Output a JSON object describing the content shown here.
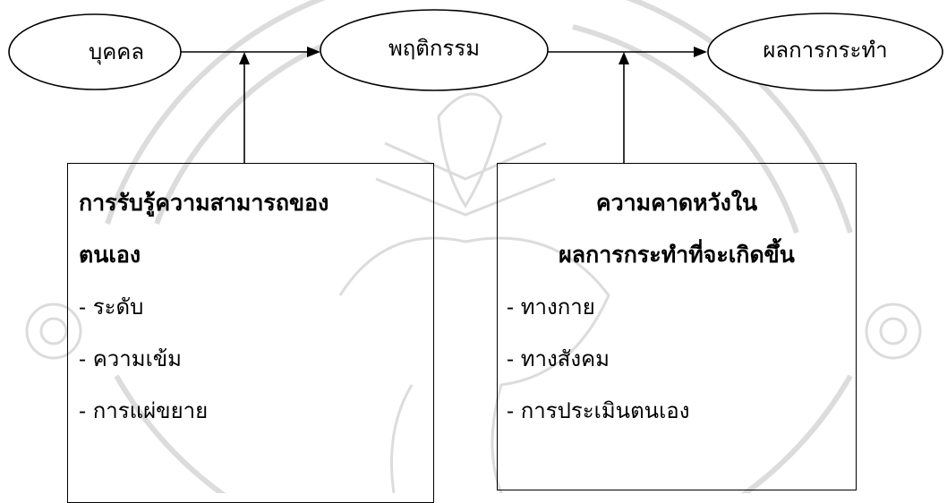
{
  "nodes": {
    "person": "บุคคล",
    "behavior": "พฤติกรรม",
    "outcome": "ผลการกระทำ"
  },
  "left_box": {
    "title_line1": "การรับรู้ความสามารถของ",
    "title_line2": "ตนเอง",
    "items": [
      "- ระดับ",
      "- ความเข้ม",
      "- การแผ่ขยาย"
    ]
  },
  "right_box": {
    "title_line1": "ความคาดหวังใน",
    "title_line2": "ผลการกระทำที่จะเกิดขึ้น",
    "items": [
      "- ทางกาย",
      "- ทางสังคม",
      "- การประเมินตนเอง"
    ]
  },
  "colors": {
    "line": "#000000",
    "background": "#ffffff",
    "watermark": "#d9d9d9"
  }
}
